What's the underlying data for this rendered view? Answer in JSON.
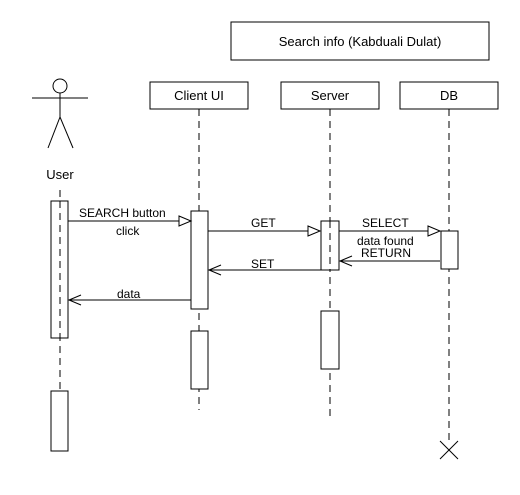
{
  "title": "Search info (Kabduali Dulat)",
  "actor": {
    "label": "User"
  },
  "participants": {
    "client": "Client UI",
    "server": "Server",
    "db": "DB"
  },
  "messages": {
    "search_line1": "SEARCH button",
    "search_line2": "click",
    "get": "GET",
    "select": "SELECT",
    "data_found": "data found",
    "return": "RETURN",
    "set": "SET",
    "data": "data"
  },
  "colors": {
    "stroke": "#000000",
    "background": "#ffffff"
  }
}
